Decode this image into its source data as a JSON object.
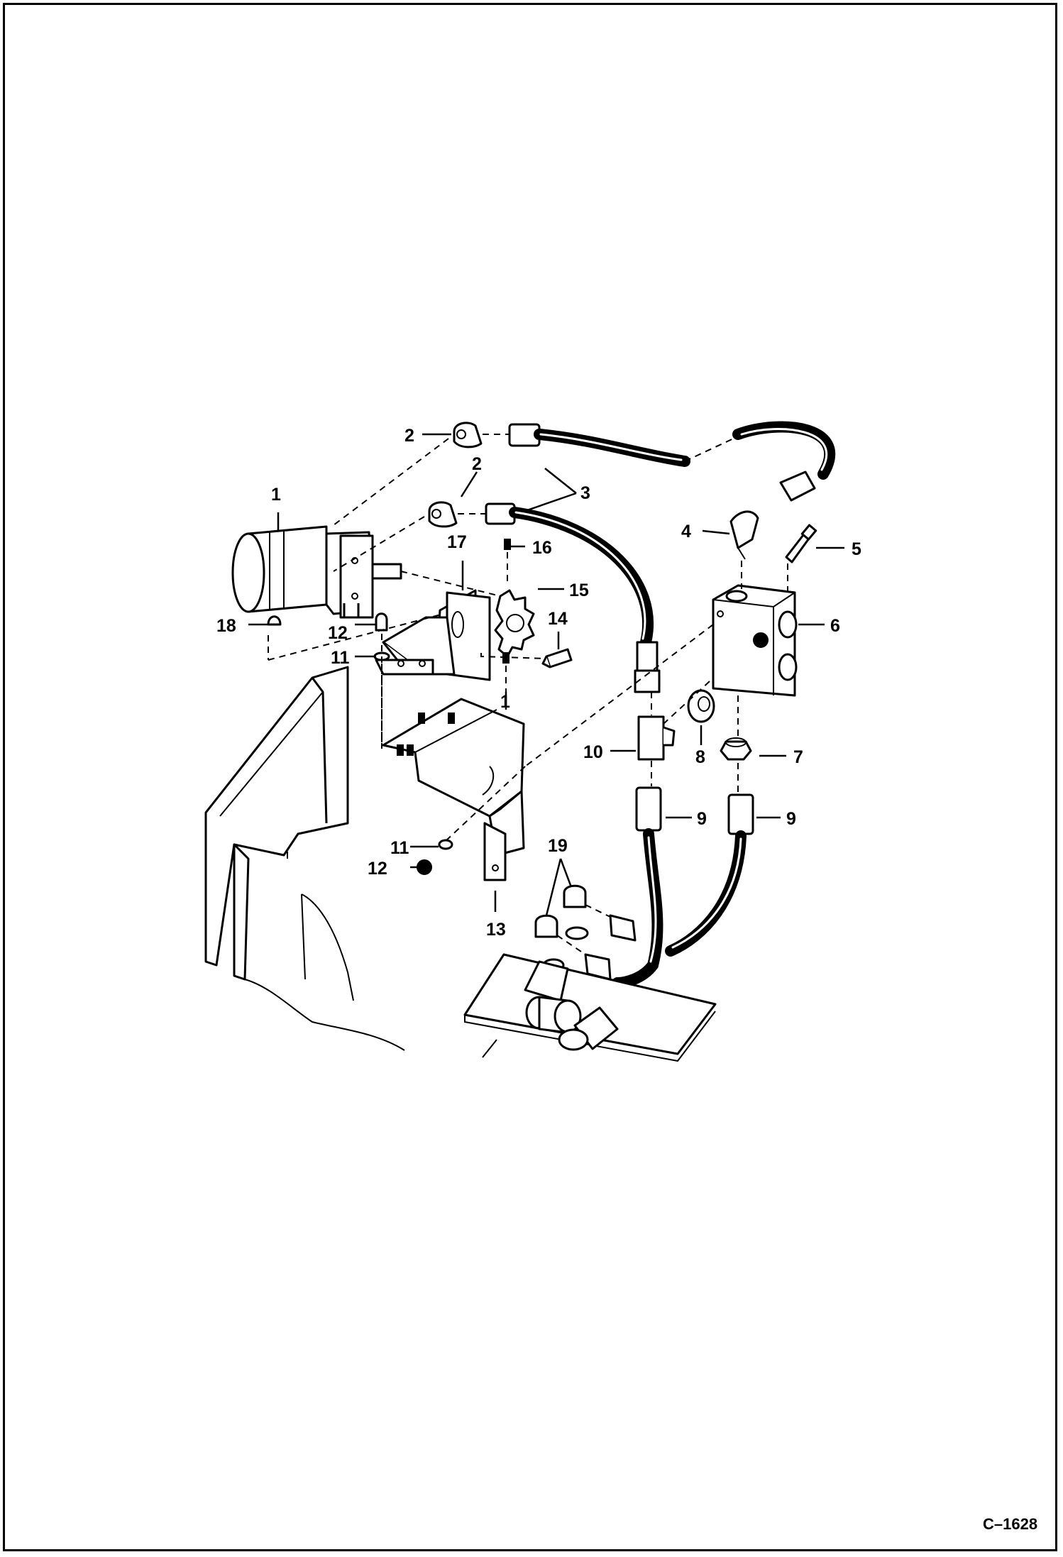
{
  "figure_code": "C–1628",
  "callouts": {
    "c1_motor": "1",
    "c1_lower": "1",
    "c2_upper": "2",
    "c2_lower": "2",
    "c3": "3",
    "c4": "4",
    "c5": "5",
    "c6": "6",
    "c7": "7",
    "c8": "8",
    "c9_left": "9",
    "c9_right": "9",
    "c10": "10",
    "c11_upper": "11",
    "c11_lower": "11",
    "c12_upper": "12",
    "c12_lower": "12",
    "c13": "13",
    "c14": "14",
    "c15": "15",
    "c16": "16",
    "c17": "17",
    "c18": "18",
    "c19": "19"
  }
}
